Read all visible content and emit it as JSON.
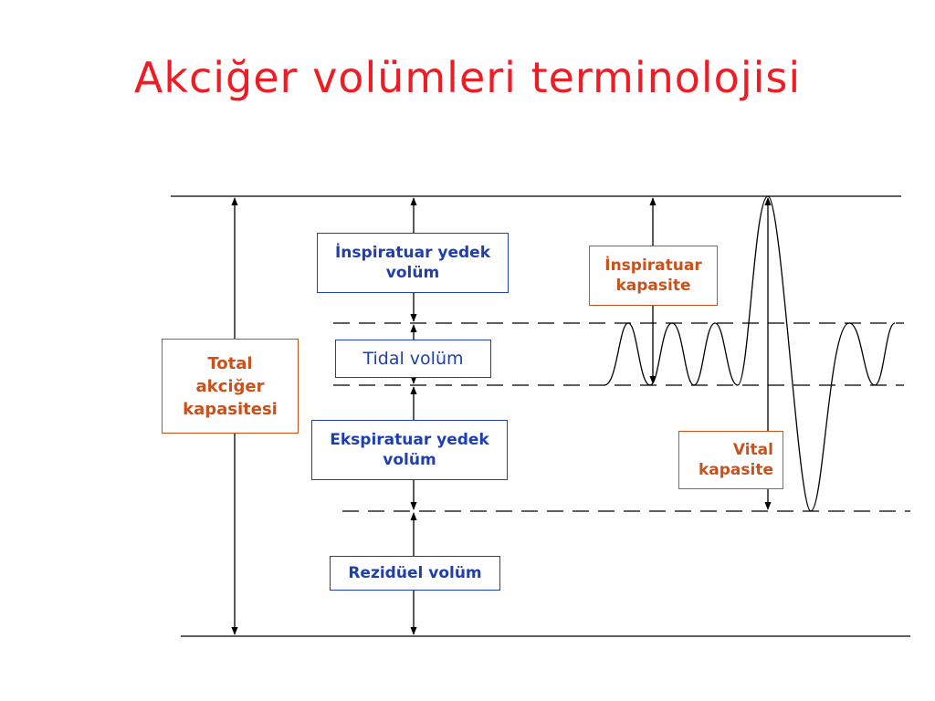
{
  "title": "Akciğer volümleri terminolojisi",
  "colors": {
    "title": "#ee1c24",
    "blue_label": "#1f3fae",
    "orange_label": "#c8511c",
    "lines": "#000000"
  },
  "labels": {
    "inspiratory_reserve": [
      "İnspiratuar yedek",
      "volüm"
    ],
    "tidal": [
      "Tidal volüm"
    ],
    "expiratory_reserve": [
      "Ekspiratuar yedek",
      "volüm"
    ],
    "residual": [
      "Rezidüel volüm"
    ],
    "total_capacity": [
      "Total",
      "akciğer",
      "kapasitesi"
    ],
    "inspiratory_capacity": [
      "İnspiratuar",
      "kapasite"
    ],
    "vital_capacity": [
      "Vital",
      "kapasite"
    ]
  }
}
